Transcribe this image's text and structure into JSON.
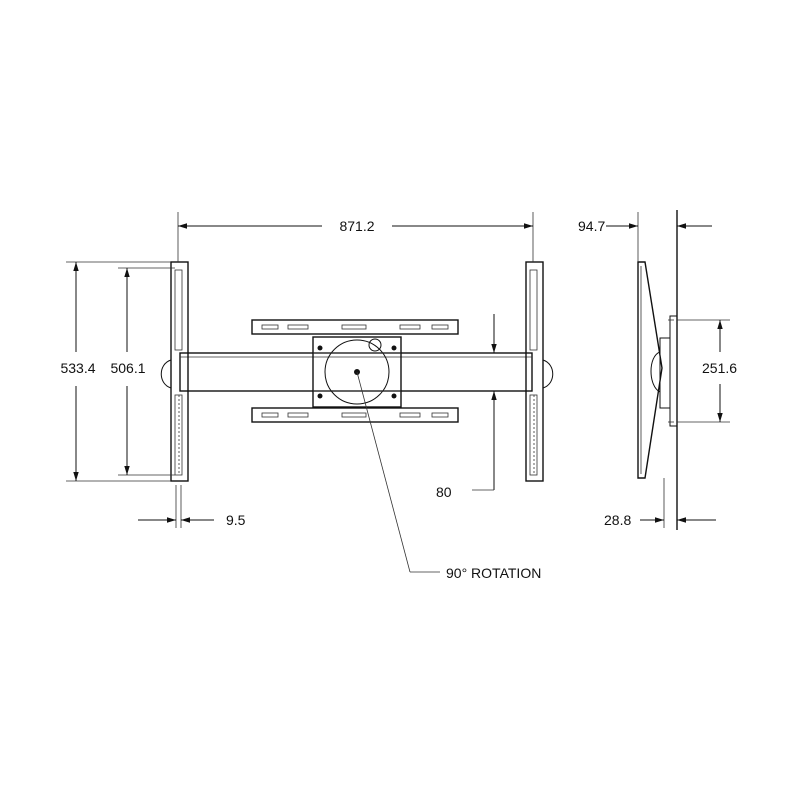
{
  "dimensions": {
    "overall_width": "871.2",
    "outer_height": "533.4",
    "inner_height": "506.1",
    "rail_thickness": "9.5",
    "plate_offset": "80",
    "depth": "94.7",
    "plate_height": "251.6",
    "min_depth": "28.8"
  },
  "callouts": {
    "rotation": "90° ROTATION"
  },
  "colors": {
    "line": "#111111",
    "fill": "#ffffff"
  }
}
